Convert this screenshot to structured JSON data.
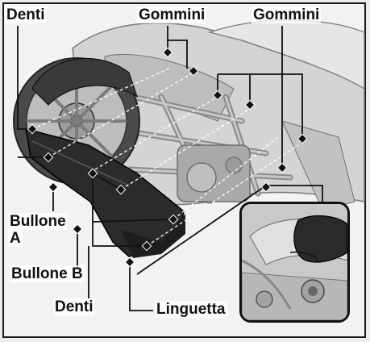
{
  "labels": {
    "denti_top": "Denti",
    "gommini_left": "Gommini",
    "gommini_right": "Gommini",
    "bullone_a_line1": "Bullone",
    "bullone_a_line2": "A",
    "bullone_b": "Bullone B",
    "denti_bottom": "Denti",
    "linguetta": "Linguetta"
  },
  "colors": {
    "frame": "#1a1a1a",
    "leader": "#111111",
    "panel": "#2b2b2b",
    "bike_light": "#d9d9d9",
    "bike_mid": "#b5b5b5",
    "bike_dark": "#8c8c8c"
  },
  "icons": {
    "marker": "black-diamond",
    "inset": "detail-magnifier"
  }
}
